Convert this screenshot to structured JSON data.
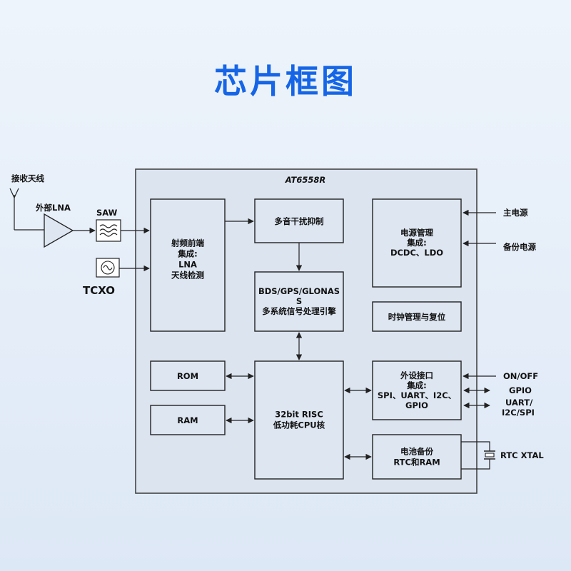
{
  "title": "芯片框图",
  "chip_name": "AT6558R",
  "external": {
    "antenna": "接收天线",
    "lna": "外部LNA",
    "saw": "SAW",
    "tcxo": "TCXO",
    "main_power": "主电源",
    "backup_power": "备份电源",
    "on_off": "ON/OFF",
    "gpio": "GPIO",
    "uart_l1": "UART/",
    "uart_l2": "I2C/SPI",
    "rtc_xtal": "RTC XTAL"
  },
  "blocks": {
    "rf": [
      "射频前端",
      "集成:",
      "LNA",
      "天线检测"
    ],
    "anti_jam": [
      "多音干扰抑制"
    ],
    "engine": [
      "BDS/GPS/GLONAS",
      "S",
      "多系统信号处理引擎"
    ],
    "power": [
      "电源管理",
      "集成:",
      "DCDC、LDO"
    ],
    "clock": [
      "时钟管理与复位"
    ],
    "rom": [
      "ROM"
    ],
    "ram": [
      "RAM"
    ],
    "cpu": [
      "32bit RISC",
      "低功耗CPU核"
    ],
    "periph": [
      "外设接口",
      "集成:",
      "SPI、UART、I2C、",
      "GPIO"
    ],
    "backup": [
      "电池备份",
      "RTC和RAM"
    ]
  }
}
